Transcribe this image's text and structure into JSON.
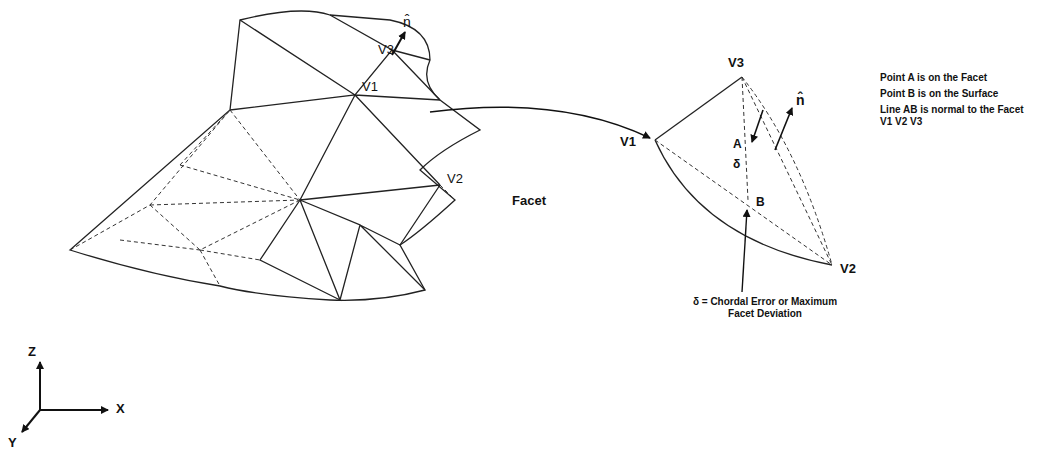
{
  "diagram": {
    "labels": [
      "V3",
      "n̂",
      "V1",
      "V2",
      "Facet",
      "V3",
      "V1",
      "V2",
      "A",
      "δ",
      "B",
      "n̂",
      "Point A is on the Facet",
      "Point B is on the Surface",
      "Line AB is normal to the Facet V1 V2 V3",
      "δ = Chordal Error or Maximum Facet Deviation",
      "Z",
      "X",
      "Y"
    ]
  }
}
